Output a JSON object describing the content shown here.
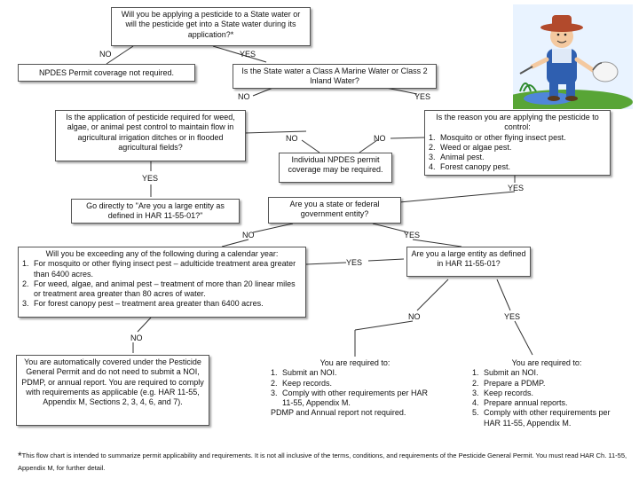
{
  "start": {
    "text": "Will you be applying a pesticide to a State water or will the pesticide get into a State water during its application?*"
  },
  "labels": {
    "q1_no": "NO",
    "q1_yes": "YES",
    "q2_no": "NO",
    "q2_yes": "YES",
    "q3_yes": "YES",
    "q4_no_a": "NO",
    "q4_no_b": "NO",
    "q4_yes": "YES",
    "q5_no": "NO",
    "q5_yes": "YES",
    "q6_yes": "YES",
    "q7_no": "NO",
    "q7_yes": "YES",
    "q8_no": "NO"
  },
  "npdes_not_required": {
    "text": "NPDES Permit coverage not required."
  },
  "class_a": {
    "text": "Is the State water a Class A Marine Water or Class 2 Inland Water?"
  },
  "application_question": {
    "text": "Is the application of pesticide required for weed, algae, or animal pest control to maintain flow in agricultural irrigation ditches or in flooded agricultural fields?"
  },
  "individual_npdes": {
    "text": "Individual NPDES permit coverage may be required."
  },
  "reason": {
    "title": "Is the reason you are applying the pesticide to control:",
    "items": [
      {
        "num": "1.",
        "text": "Mosquito or other flying insect pest."
      },
      {
        "num": "2.",
        "text": "Weed or algae pest."
      },
      {
        "num": "3.",
        "text": "Animal pest."
      },
      {
        "num": "4.",
        "text": "Forest canopy pest."
      }
    ]
  },
  "go_directly": {
    "text": "Go directly to \"Are you a large entity as defined in HAR 11-55-01?\""
  },
  "state_federal": {
    "text": "Are you a state or federal government entity?"
  },
  "exceeding": {
    "title": "Will you be exceeding any of the following during a calendar year:",
    "items": [
      {
        "num": "1.",
        "text": "For mosquito or other flying insect pest – adulticide treatment area greater than 6400 acres."
      },
      {
        "num": "2.",
        "text": "For weed, algae, and animal pest – treatment of more than 20 linear miles or treatment area greater than 80 acres of water."
      },
      {
        "num": "3.",
        "text": "For forest canopy pest – treatment area greater than 6400 acres."
      }
    ]
  },
  "large_entity": {
    "text": "Are you a large entity as defined in HAR 11-55-01?"
  },
  "auto_covered": {
    "text": "You are automatically covered under the Pesticide General Permit and do not need to submit a NOI, PDMP, or annual report. You are required to comply with requirements as applicable (e.g. HAR 11-55, Appendix M, Sections 2, 3, 4, 6, and 7)."
  },
  "required_small": {
    "title": "You are required to:",
    "items": [
      {
        "num": "1.",
        "text": "Submit an NOI."
      },
      {
        "num": "2.",
        "text": "Keep records."
      },
      {
        "num": "3.",
        "text": "Comply with other requirements per HAR 11-55, Appendix M."
      }
    ],
    "tail": "PDMP and Annual report not required."
  },
  "required_large": {
    "title": "You are required to:",
    "items": [
      {
        "num": "1.",
        "text": "Submit an NOI."
      },
      {
        "num": "2.",
        "text": "Prepare a PDMP."
      },
      {
        "num": "3.",
        "text": "Keep records."
      },
      {
        "num": "4.",
        "text": "Prepare annual reports."
      },
      {
        "num": "5.",
        "text": "Comply with other requirements per HAR 11-55, Appendix M."
      }
    ]
  },
  "footnote": {
    "star": "*",
    "text": "This flow chart is intended to summarize permit applicability and requirements. It is not all inclusive of the terms, conditions, and requirements of the Pesticide General Permit. You must read HAR Ch. 11-55, Appendix M, for further detail."
  },
  "colors": {
    "border": "#555555",
    "line": "#333333",
    "background": "#ffffff",
    "sky": "#e9f3ff",
    "hat": "#b24a2c",
    "overalls": "#2f5fb0",
    "grass": "#58a536"
  }
}
